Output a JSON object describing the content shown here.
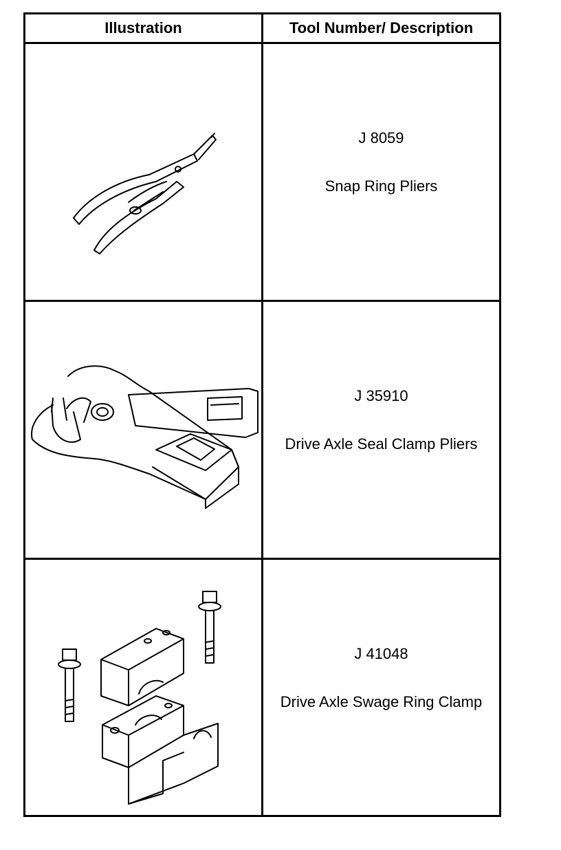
{
  "header": {
    "col1": "Illustration",
    "col2": "Tool Number/ Description"
  },
  "rows": [
    {
      "number": "J 8059",
      "description": "Snap Ring Pliers",
      "icon": "snap-ring-pliers-illustration"
    },
    {
      "number": "J 35910",
      "description": "Drive Axle Seal Clamp Pliers",
      "icon": "seal-clamp-pliers-illustration"
    },
    {
      "number": "J 41048",
      "description": "Drive Axle Swage Ring Clamp",
      "icon": "swage-ring-clamp-illustration"
    }
  ]
}
